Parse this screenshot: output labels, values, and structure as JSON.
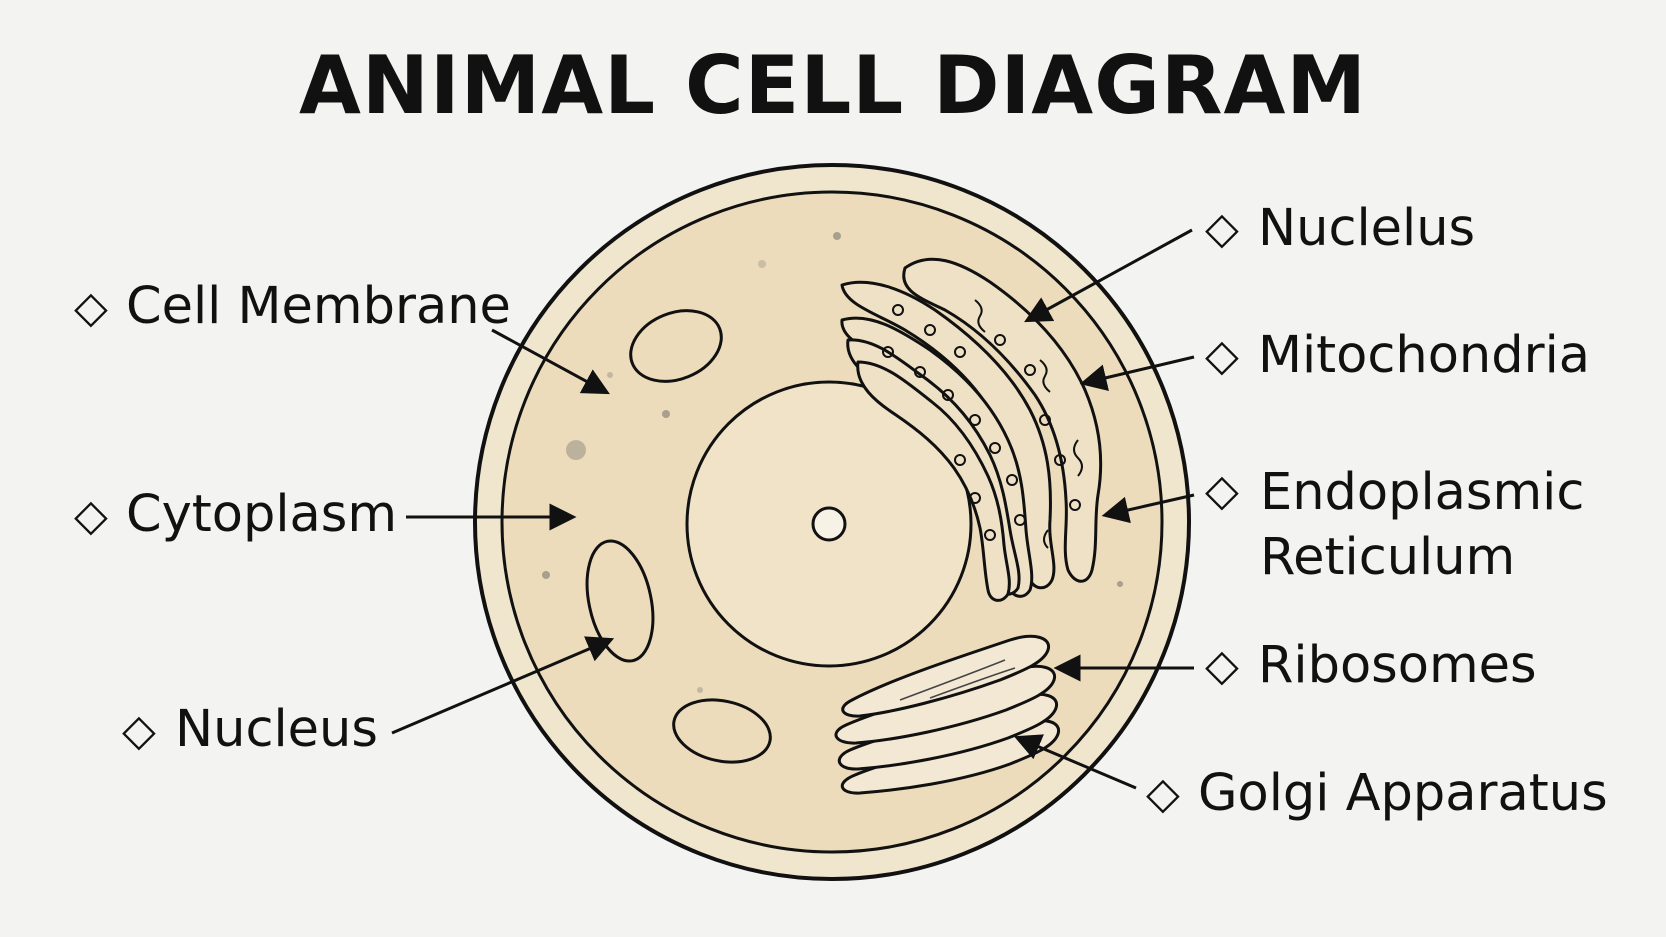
{
  "title": "ANIMAL CELL DIAGRAM",
  "bullet_glyph": "◇",
  "labels": {
    "cell_membrane": "Cell Membrane",
    "cytoplasm": "Cytoplasm",
    "nucleus": "Nucleus",
    "nuclelus": "Nuclelus",
    "mitochondria": "Mitochondria",
    "endoplasmic_line1": "Endoplasmic",
    "endoplasmic_line2": "Reticulum",
    "ribosomes": "Ribosomes",
    "golgi": "Golgi Apparatus"
  },
  "colors": {
    "background": "#f3f3f1",
    "cytoplasm_fill": "#efe3c8",
    "outline": "#111111"
  }
}
